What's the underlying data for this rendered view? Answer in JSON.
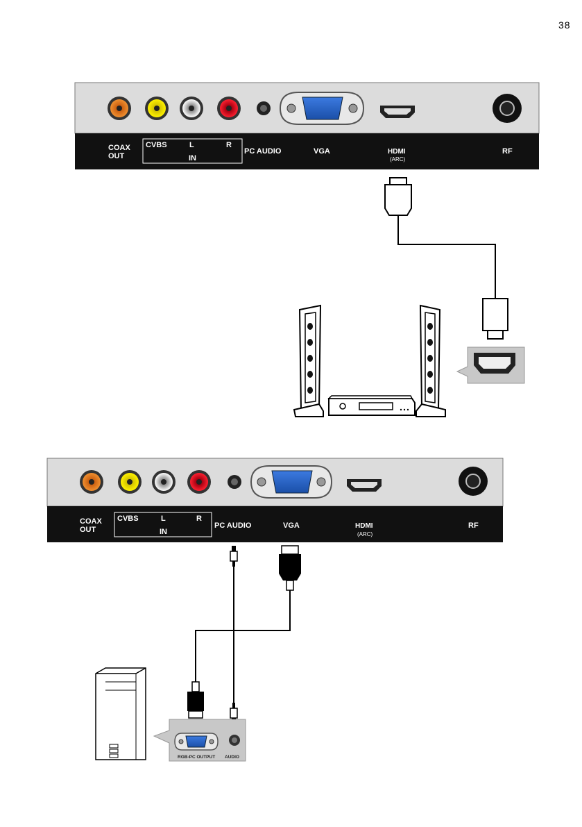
{
  "page": {
    "number": "38"
  },
  "panels": [
    {
      "labels": {
        "coax": "COAX",
        "coax2": "OUT",
        "cvbs": "CVBS",
        "l": "L",
        "r": "R",
        "in": "IN",
        "pc_audio": "PC AUDIO",
        "vga": "VGA",
        "hdmi": "HDMI",
        "arc": "(ARC)",
        "rf": "RF"
      }
    },
    {
      "labels": {
        "coax": "COAX",
        "coax2": "OUT",
        "cvbs": "CVBS",
        "l": "L",
        "r": "R",
        "in": "IN",
        "pc_audio": "PC AUDIO",
        "vga": "VGA",
        "hdmi": "HDMI",
        "arc": "(ARC)",
        "rf": "RF"
      }
    }
  ],
  "pc_inset": {
    "rgb": "RGB-PC OUTPUT",
    "audio": "AUDIO"
  },
  "colors": {
    "panel_gray": "#dcdcdc",
    "label_bar": "#111111",
    "coax_orange": "#e07a1a",
    "cvbs_yellow": "#f2e200",
    "audio_white": "#ffffff",
    "audio_red": "#d8101a",
    "vga_blue": "#1f5fc0"
  }
}
